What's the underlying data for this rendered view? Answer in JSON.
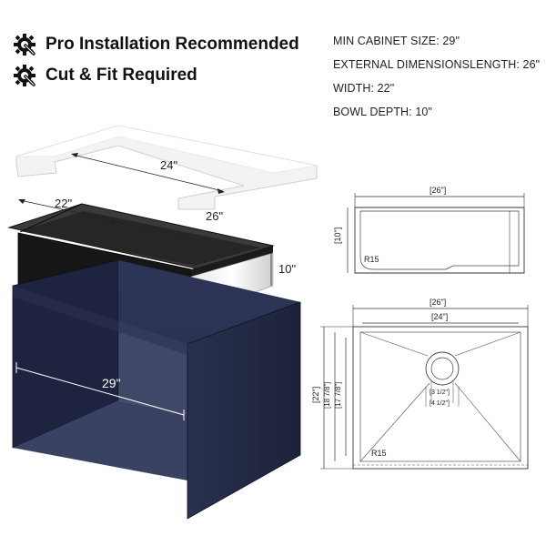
{
  "features": [
    {
      "icon": "gear-wrench-icon",
      "label": "Pro Installation Recommended"
    },
    {
      "icon": "gear-wrench-icon",
      "label": "Cut & Fit Required"
    }
  ],
  "specs": [
    "MIN CABINET SIZE: 29\"",
    "EXTERNAL DIMENSIONSLENGTH: 26\"",
    "WIDTH: 22\"",
    "BOWL DEPTH: 10\""
  ],
  "illustration": {
    "countertop_cutout": "24\"",
    "sink_width": "22\"",
    "sink_length": "26\"",
    "sink_depth": "10\"",
    "cabinet_width": "29\""
  },
  "top_view": {
    "length": "[26\"]",
    "depth": "[10\"]",
    "radius": "R15"
  },
  "plan_view": {
    "outer_length": "[26\"]",
    "inner_length": "[24\"]",
    "outer_width": "[22\"]",
    "width_a": "[18 7/8\"]",
    "width_b": "[17 7/8\"]",
    "drain_inner": "[3 1/2\"]",
    "drain_outer": "[4 1/2\"]",
    "radius": "R15"
  }
}
